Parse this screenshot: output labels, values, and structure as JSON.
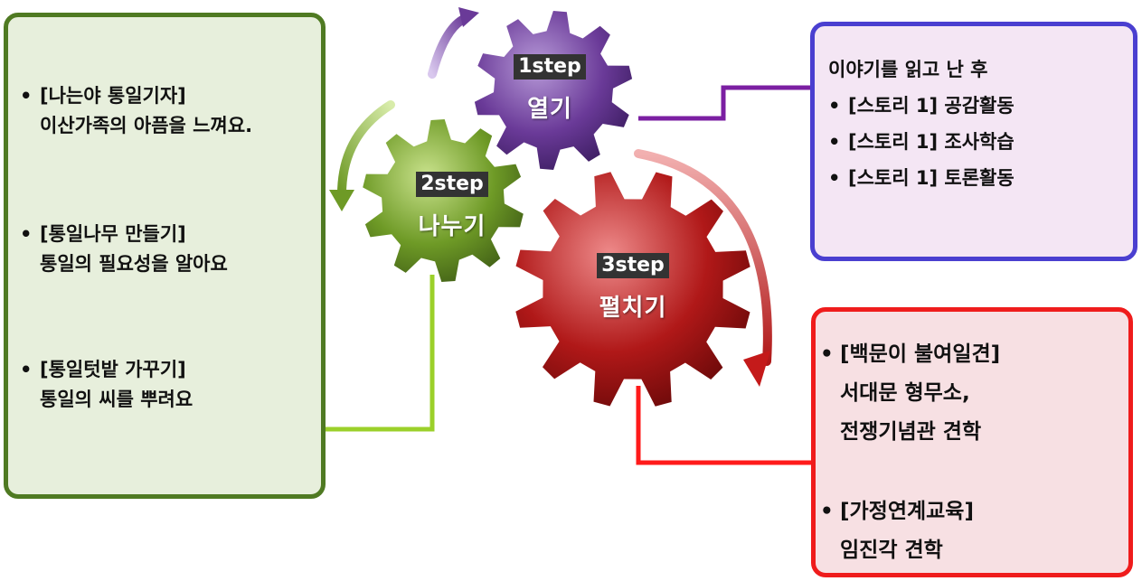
{
  "gears": [
    {
      "id": "step1",
      "step": "1step",
      "name": "열기",
      "color": "#6b3a9a"
    },
    {
      "id": "step2",
      "step": "2step",
      "name": "나누기",
      "color": "#6e9a26"
    },
    {
      "id": "step3",
      "step": "3step",
      "name": "펼치기",
      "color": "#b01818"
    }
  ],
  "left_box": {
    "items": [
      {
        "title": "[나는야 통일기자]",
        "desc": "이산가족의 아픔을 느껴요."
      },
      {
        "title": "[통일나무 만들기]",
        "desc": "통일의 필요성을 알아요"
      },
      {
        "title": "[통일텃밭 가꾸기]",
        "desc": "통일의 씨를 뿌려요"
      }
    ]
  },
  "right_top_box": {
    "heading": "이야기를 읽고 난 후",
    "items": [
      "[스토리 1] 공감활동",
      "[스토리 1] 조사학습",
      "[스토리 1] 토론활동"
    ]
  },
  "right_bottom_box": {
    "items": [
      {
        "lines": [
          "[백문이 불여일견]",
          "서대문 형무소,",
          "전쟁기념관 견학"
        ]
      },
      {
        "lines": [
          "[가정연계교육]",
          "임진각 견학"
        ]
      }
    ]
  },
  "bullet": "•",
  "colors": {
    "green_border": "#4f7a22",
    "green_fill": "#e7efdc",
    "blue_border": "#4a3fd0",
    "blue_fill": "#f4e6f4",
    "red_border": "#ef1c1c",
    "red_fill": "#f7e0e3",
    "connector_purple": "#7b1fa2",
    "connector_green": "#9bd02a",
    "connector_red": "#ff1a1a"
  }
}
